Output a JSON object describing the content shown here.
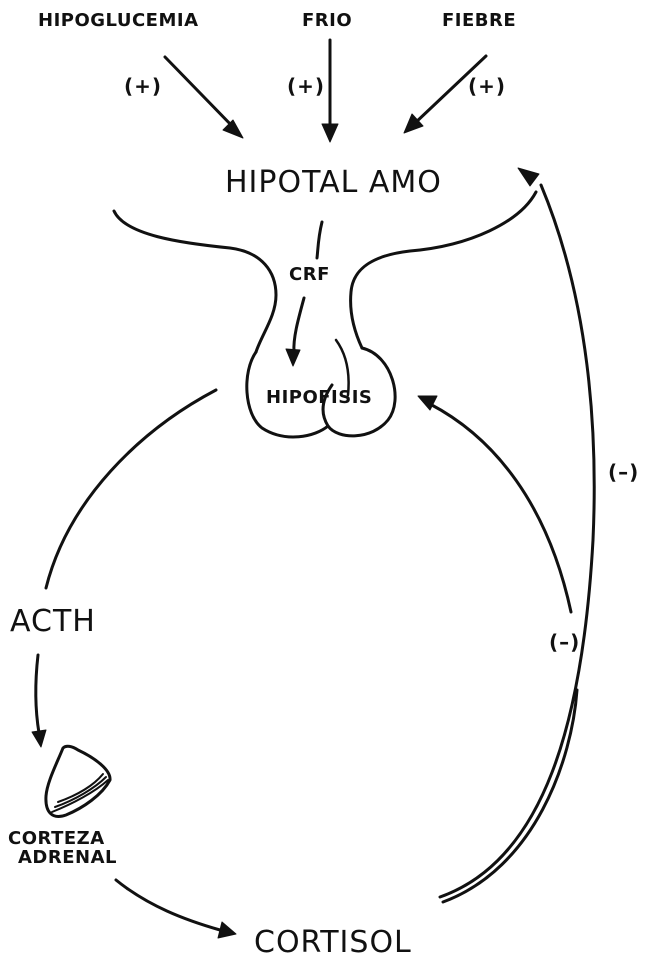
{
  "stimuli": [
    {
      "label": "HIPOGLUCEMIA",
      "sign": "(+)"
    },
    {
      "label": "FRIO",
      "sign": "(+)"
    },
    {
      "label": "FIEBRE",
      "sign": "(+)"
    }
  ],
  "nodes": {
    "hypothalamus": "HIPOTAL AMO",
    "crf": "CRF",
    "pituitary": "HIPOFISIS",
    "acth": "ACTH",
    "adrenal_cortex_line1": "CORTEZA",
    "adrenal_cortex_line2": "ADRENAL",
    "cortisol": "CORTISOL"
  },
  "feedback": {
    "to_hypothalamus": "(–)",
    "to_pituitary": "(–)"
  },
  "colors": {
    "ink": "#111111",
    "background": "#ffffff"
  }
}
